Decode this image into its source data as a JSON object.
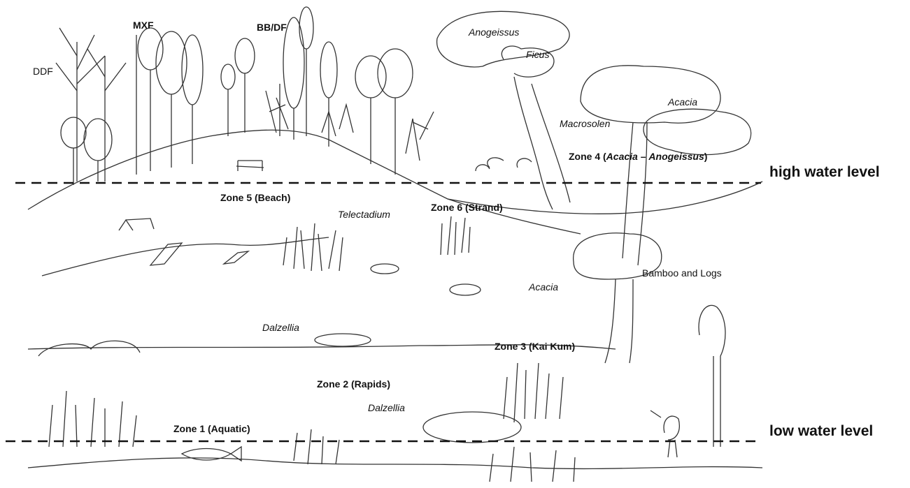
{
  "forest_labels": {
    "ddf": "DDF",
    "mxf": "MXF",
    "bbdf": "BB/DF"
  },
  "taxa": {
    "anogeissus": "Anogeissus",
    "ficus": "Ficus",
    "acacia_top": "Acacia",
    "macrosolen": "Macrosolen",
    "telectadium": "Telectadium",
    "acacia_mid": "Acacia",
    "dalzellia_upper": "Dalzellia",
    "dalzellia_lower": "Dalzellia"
  },
  "zones": {
    "zone4_prefix": "Zone 4 (",
    "zone4_genus1": "Acacia",
    "zone4_sep": " – ",
    "zone4_genus2": "Anogeissus",
    "zone4_suffix": ")",
    "zone5": "Zone 5 (Beach)",
    "zone6": "Zone 6 (Strand)",
    "zone3": "Zone 3 (Kai  Kum)",
    "zone2": "Zone 2 (Rapids)",
    "zone1": "Zone 1 (Aquatic)"
  },
  "features": {
    "bamboo_logs": "Bamboo and Logs"
  },
  "water_levels": {
    "high": "high water level",
    "low": "low water level"
  }
}
